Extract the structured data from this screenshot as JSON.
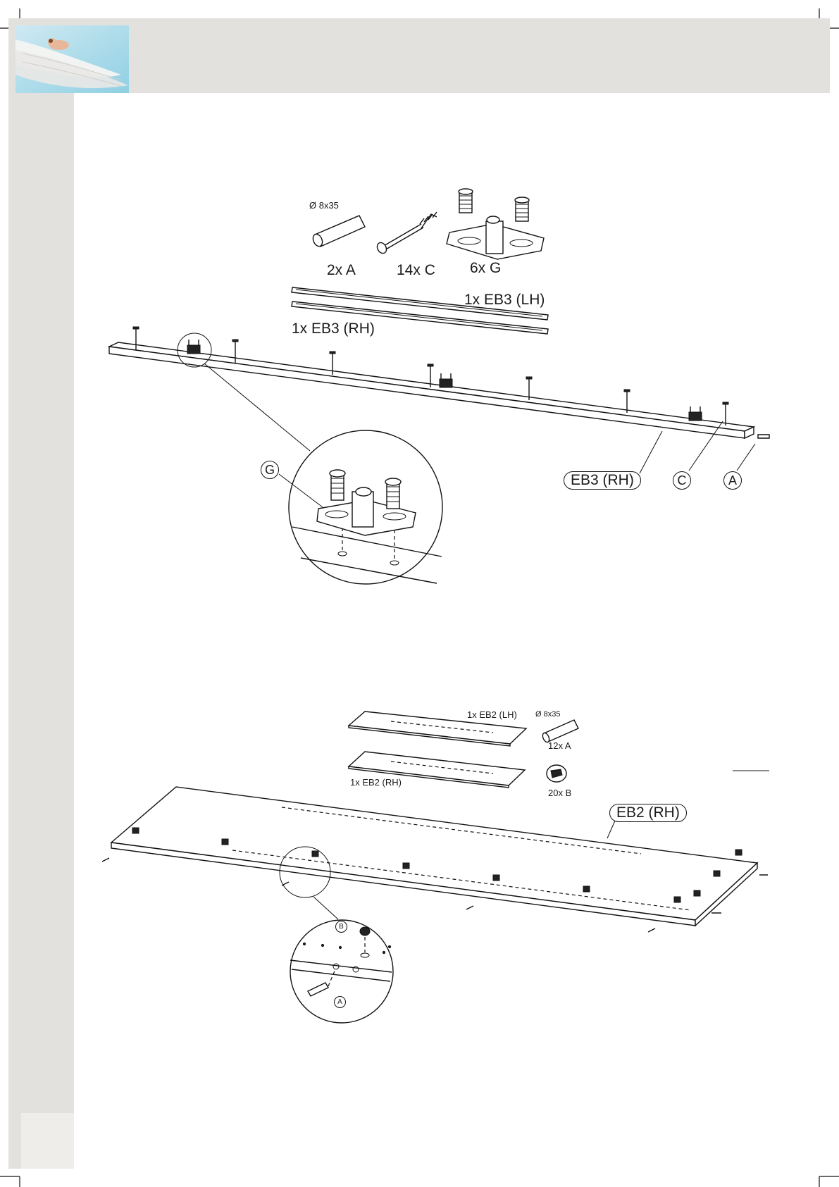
{
  "step1": {
    "parts": [
      {
        "qty_label": "2x A",
        "spec": "Ø 8x35",
        "icon": "dowel-icon"
      },
      {
        "qty_label": "14x C",
        "icon": "screw-bolt-icon"
      },
      {
        "qty_label": "6x G",
        "icon": "bracket-fitting-icon"
      }
    ],
    "boards": [
      {
        "label": "1x EB3 (LH)"
      },
      {
        "label": "1x EB3 (RH)"
      }
    ],
    "callouts": {
      "board": "EB3 (RH)",
      "screw": "C",
      "dowel": "A",
      "fitting": "G"
    }
  },
  "step2": {
    "boards": [
      {
        "label": "1x EB2 (LH)"
      },
      {
        "label": "1x EB2 (RH)"
      }
    ],
    "parts": [
      {
        "qty_label": "12x A",
        "spec": "Ø 8x35",
        "icon": "dowel-icon"
      },
      {
        "qty_label": "20x B",
        "icon": "cam-lock-icon"
      }
    ],
    "callouts": {
      "board": "EB2 (RH)",
      "detail_cam": "B",
      "detail_dowel": "A"
    }
  }
}
